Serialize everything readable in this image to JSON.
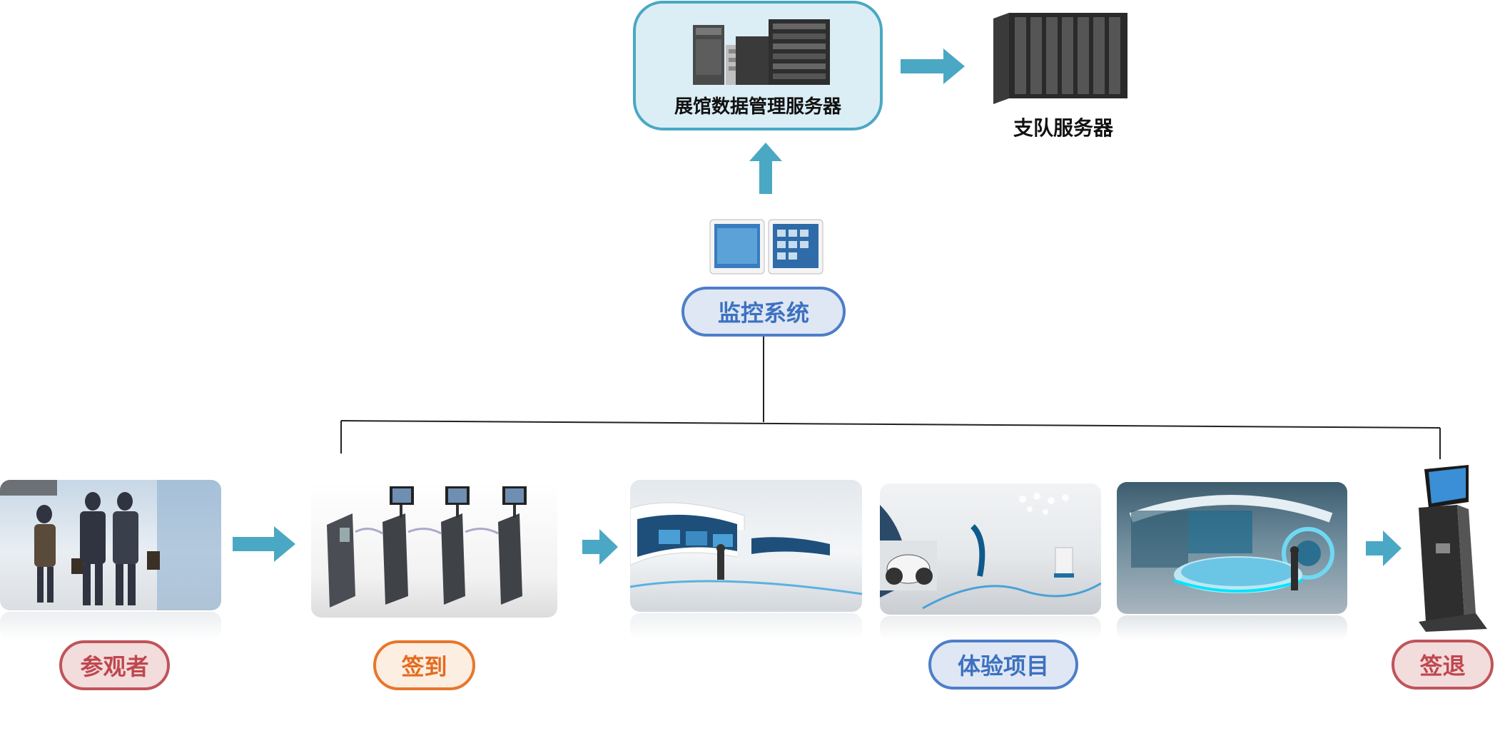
{
  "nodes": {
    "exhibition_server": "展馆数据管理服务器",
    "detachment_server": "支队服务器",
    "monitoring": "监控系统",
    "visitor": "参观者",
    "check_in": "签到",
    "experience": "体验项目",
    "check_out": "签退"
  },
  "colors": {
    "arrow": "#4aa8c4",
    "server_box_fill": "#dbeef5",
    "server_box_border": "#4aa8c4",
    "red_pill": "#c0545a",
    "orange_pill": "#e8762c",
    "blue_pill": "#4d7ec9"
  }
}
